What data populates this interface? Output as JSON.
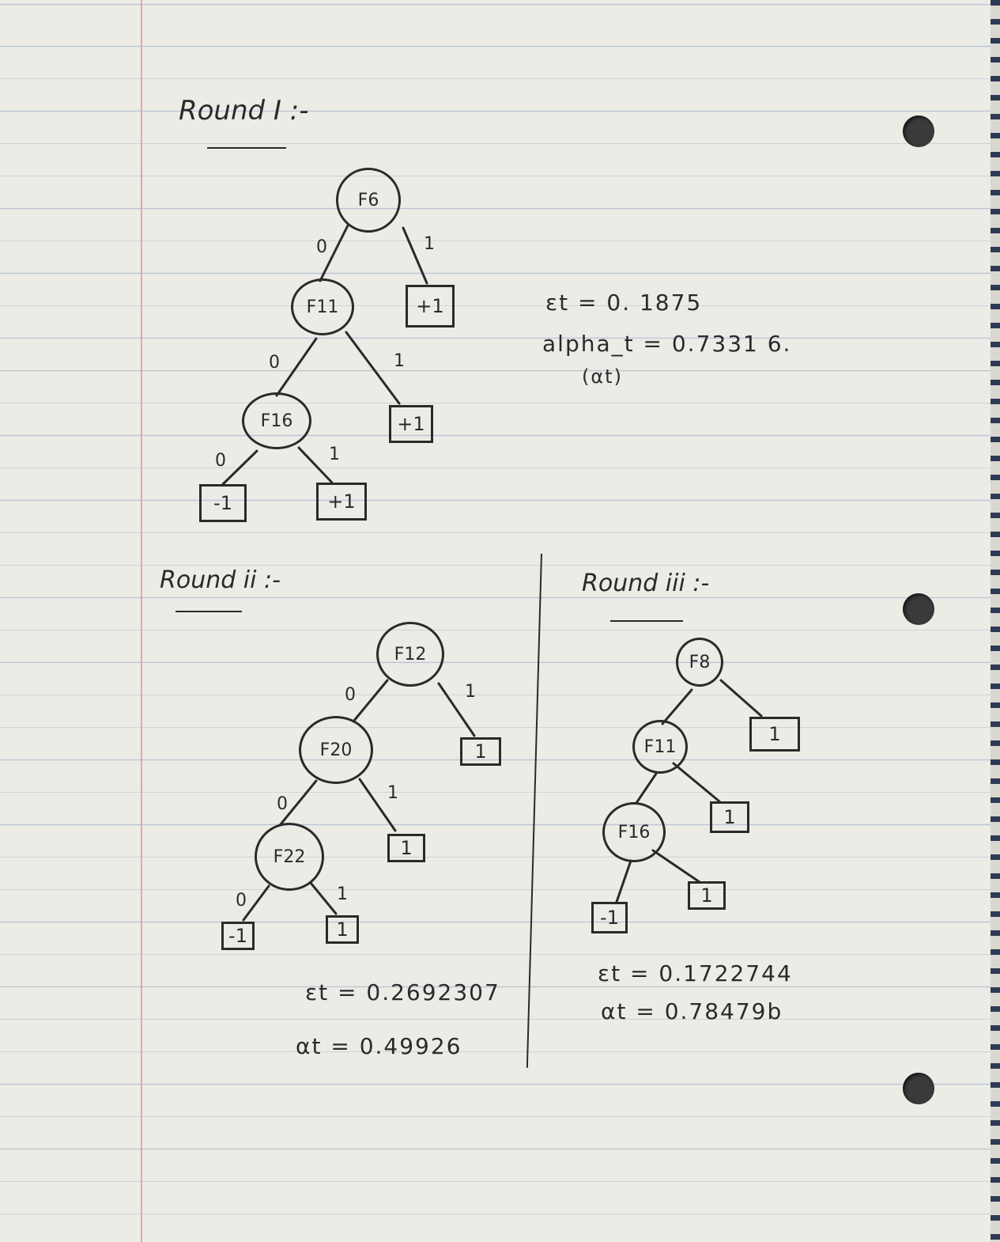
{
  "rounds": [
    {
      "title": "Round I :-",
      "epsilon": "εt = 0. 1875",
      "alpha": "alpha_t = 0.7331 6.",
      "alpha_sub": "(αt)",
      "nodes": [
        "F6",
        "F11",
        "F16"
      ],
      "leaves": [
        "+1",
        "+1",
        "-1",
        "+1"
      ],
      "edge_labels": [
        "0",
        "1",
        "0",
        "1",
        "0",
        "1"
      ]
    },
    {
      "title": "Round ii :-",
      "epsilon": "εt = 0.2692307",
      "alpha": "αt = 0.49926",
      "nodes": [
        "F12",
        "F20",
        "F22"
      ],
      "leaves": [
        "1",
        "1",
        "-1",
        "1"
      ],
      "edge_labels": [
        "0",
        "1",
        "0",
        "1",
        "0",
        "1"
      ]
    },
    {
      "title": "Round iii :-",
      "epsilon": "εt = 0.1722744",
      "alpha": "αt = 0.78479b",
      "nodes": [
        "F8",
        "F11",
        "F16"
      ],
      "leaves": [
        "1",
        "1",
        "-1",
        "1"
      ]
    }
  ]
}
